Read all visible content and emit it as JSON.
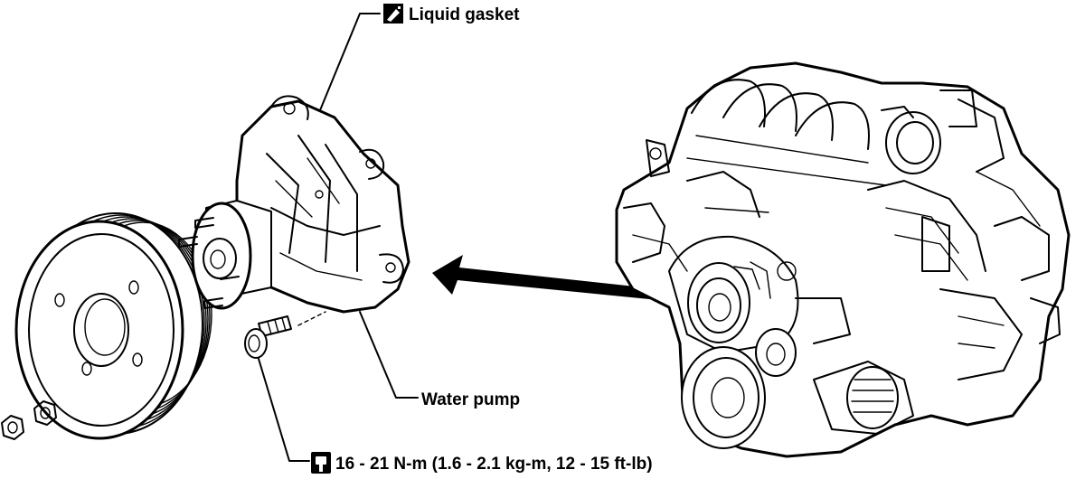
{
  "labels": {
    "liquid_gasket": "Liquid gasket",
    "water_pump": "Water pump",
    "torque_spec": "16 - 21 N-m (1.6 - 2.1 kg-m, 12 - 15 ft-lb)"
  },
  "icons": {
    "gasket_symbol": "liquid-gasket-symbol-icon",
    "torque_symbol": "torque-wrench-symbol-icon"
  },
  "colors": {
    "ink": "#000000",
    "paper": "#ffffff"
  }
}
